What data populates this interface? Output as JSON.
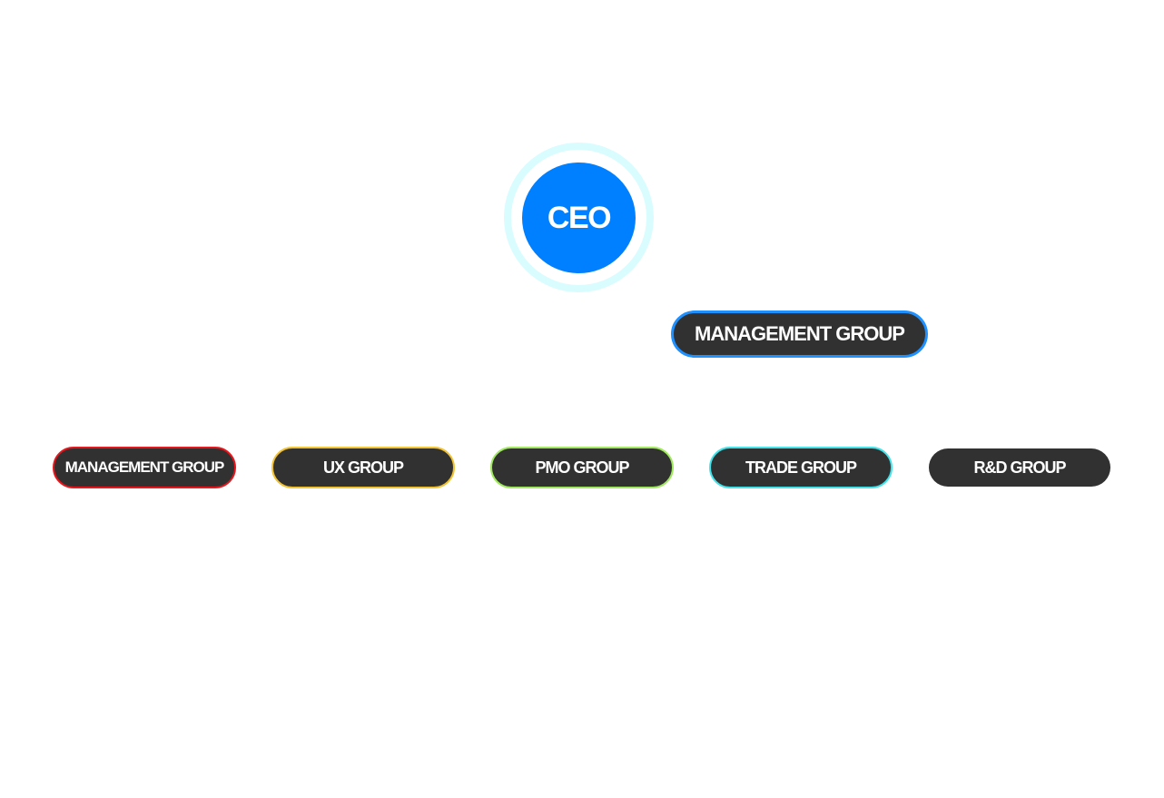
{
  "ceo": {
    "label": "CEO"
  },
  "top_group": {
    "label": "MANAGEMENT GROUP",
    "border_color": "#1e90ff"
  },
  "groups": [
    {
      "label": "MANAGEMENT GROUP",
      "border_color": "#e8161c"
    },
    {
      "label": "UX GROUP",
      "border_color": "#f2c230"
    },
    {
      "label": "PMO GROUP",
      "border_color": "#9fe95d"
    },
    {
      "label": "TRADE GROUP",
      "border_color": "#3fe3e9"
    },
    {
      "label": "R&D GROUP",
      "border_color": ""
    }
  ],
  "colors": {
    "ceo_fill": "#0080ff",
    "ceo_ring": "#d9fcff",
    "pill_fill": "#313131",
    "text": "#ffffff",
    "background": "#ffffff"
  }
}
